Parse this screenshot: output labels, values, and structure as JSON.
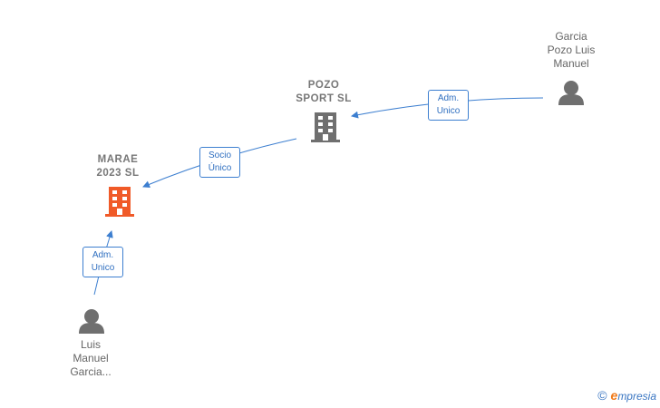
{
  "colors": {
    "edge": "#3d7fd0",
    "edge_label_text": "#2f6fc0",
    "company_grey": "#6f6f6f",
    "company_highlight": "#f05a28",
    "person_grey": "#6f6f6f"
  },
  "nodes": {
    "marae": {
      "type": "company",
      "icon": "building-icon",
      "highlight": true,
      "label": [
        "MARAE",
        "2023  SL"
      ]
    },
    "pozo": {
      "type": "company",
      "icon": "building-icon",
      "highlight": false,
      "label": [
        "POZO",
        "SPORT  SL"
      ]
    },
    "garcia": {
      "type": "person",
      "icon": "person-icon",
      "label": [
        "Garcia",
        "Pozo Luis",
        "Manuel"
      ]
    },
    "luis": {
      "type": "person",
      "icon": "person-icon",
      "label": [
        "Luis",
        "Manuel",
        "Garcia..."
      ]
    }
  },
  "edges": [
    {
      "from": "luis",
      "to": "marae",
      "label": [
        "Adm.",
        "Unico"
      ]
    },
    {
      "from": "pozo",
      "to": "marae",
      "label": [
        "Socio",
        "Único"
      ]
    },
    {
      "from": "garcia",
      "to": "pozo",
      "label": [
        "Adm.",
        "Unico"
      ]
    }
  ],
  "watermark": {
    "copyright": "©",
    "brand_initial": "e",
    "brand_rest": "mpresia"
  }
}
